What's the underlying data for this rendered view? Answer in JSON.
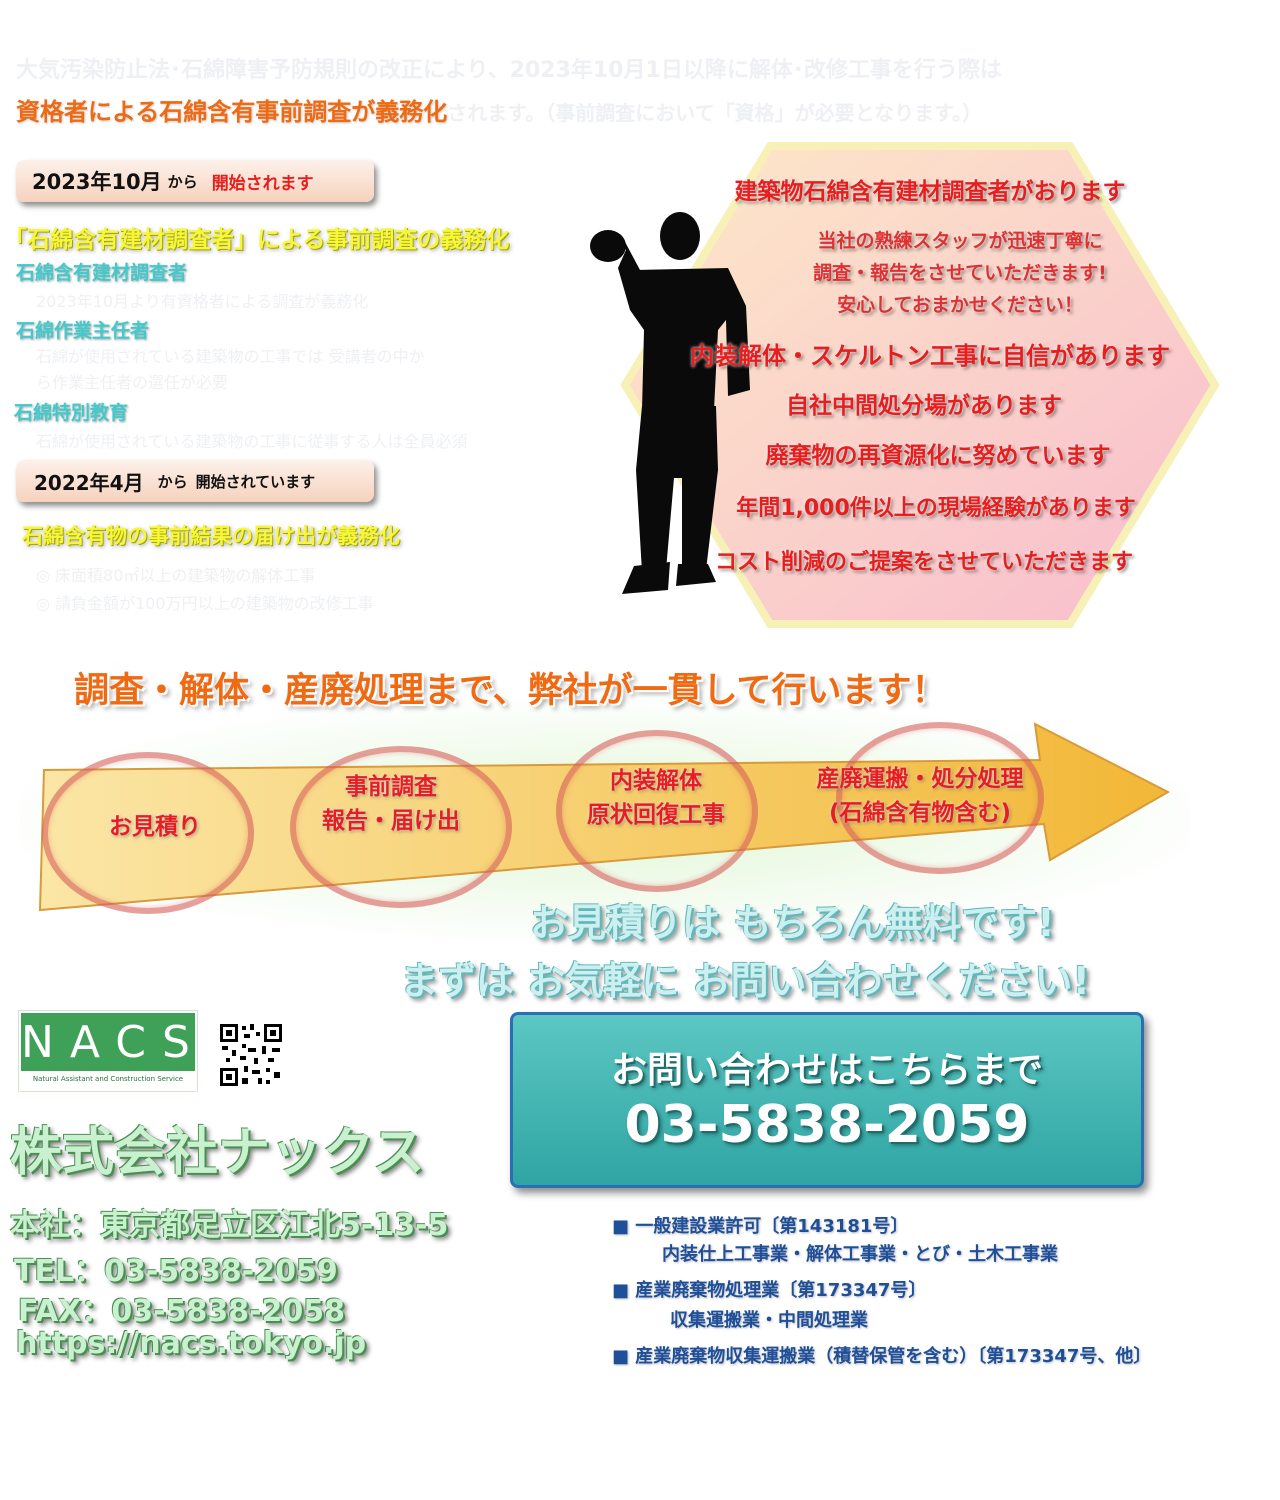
{
  "intro": {
    "line1": "大気汚染防止法･石綿障害予防規則の改正により、2023年10月1日以降に解体･改修工事を行う際は",
    "highlight": "資格者による石綿含有事前調査が義務化",
    "line2_rest": "されます。（事前調査において「資格」が必要となります。）"
  },
  "section2023": {
    "pill_date": "2023年10月",
    "pill_kara": "から",
    "pill_start": "開始されます",
    "heading": "「石綿含有建材調査者」による事前調査の義務化",
    "items": [
      {
        "title": "石綿含有建材調査者",
        "desc": "2023年10月より有資格者による調査が義務化"
      },
      {
        "title": "石綿作業主任者",
        "desc": "石綿が使用されている建築物の工事では 受講者の中から作業主任者の選任が必要"
      },
      {
        "title": "石綿特別教育",
        "desc": "石綿が使用されている建築物の工事に従事する人は全員必須"
      }
    ]
  },
  "section2022": {
    "pill_date": "2022年4月",
    "pill_kara": "から",
    "pill_start": "開始されています",
    "heading": "石綿含有物の事前結果の届け出が義務化",
    "items": [
      "床面積80㎡以上の建築物の解体工事",
      "請負金額が100万円以上の建築物の改修工事"
    ]
  },
  "hexagon": {
    "title": "建築物石綿含有建材調査者がおります",
    "sub1": "当社の熟練スタッフが迅速丁寧に",
    "sub2": "調査・報告をさせていただきます!",
    "sub3": "安心しておまかせください！",
    "points": [
      "内装解体・スケルトン工事に自信があります",
      "自社中間処分場があります",
      "廃棄物の再資源化に努めています",
      "年間1,000件以上の現場経験があります",
      "コスト削減のご提案をさせていただきます"
    ]
  },
  "flow": {
    "heading": "調査・解体・産廃処理まで、弊社が一貫して行います！",
    "steps": [
      {
        "line1": "お見積り",
        "line2": ""
      },
      {
        "line1": "事前調査",
        "line2": "報告・届け出"
      },
      {
        "line1": "内装解体",
        "line2": "原状回復工事"
      },
      {
        "line1": "産廃運搬・処分処理",
        "line2": "(石綿含有物含む)"
      }
    ]
  },
  "cta": {
    "line1": "お見積りは もちろん無料です!",
    "line2": "まずは お気軽に お問い合わせください!"
  },
  "company": {
    "logo_text": "NACS",
    "logo_sub": "Natural Assistant and Construction Service",
    "name": "株式会社ナックス",
    "address": "本社：東京都足立区江北5-13-5",
    "tel": "TEL：03-5838-2059",
    "fax": "FAX：03-5838-2058",
    "url": "https://nacs.tokyo.jp"
  },
  "contact_box": {
    "label": "お問い合わせはこちらまで",
    "phone": "03-5838-2059"
  },
  "licenses": [
    {
      "title": "■ 一般建設業許可〔第143181号〕",
      "detail": "内装仕上工事業・解体工事業・とび・土木工事業"
    },
    {
      "title": "■ 産業廃棄物処理業〔第173347号〕",
      "detail": "収集運搬業・中間処理業"
    },
    {
      "title": "■ 産業廃棄物収集運搬業（積替保管を含む）〔第173347号、他〕",
      "detail": ""
    }
  ],
  "colors": {
    "orange": "#ef6a12",
    "red": "#e81e1e",
    "yellow": "#f6f63a",
    "cyan": "#42c9cc",
    "navy": "#1f4f99",
    "teal": "#3ab0ad"
  }
}
